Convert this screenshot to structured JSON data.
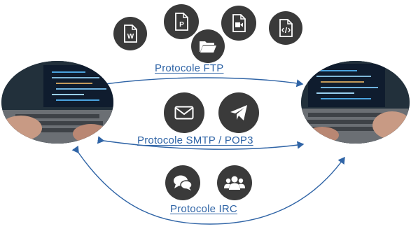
{
  "labels": {
    "ftp": "Protocole FTP",
    "smtp": "Protocole SMTP / POP3",
    "irc": "Protocole IRC"
  },
  "icons": {
    "ftp": [
      "word-file-icon",
      "pdf-file-icon",
      "video-file-icon",
      "code-file-icon",
      "folder-icon"
    ],
    "smtp": [
      "envelope-icon",
      "paper-plane-icon"
    ],
    "irc": [
      "chat-bubbles-icon",
      "users-group-icon"
    ]
  },
  "colors": {
    "accent": "#2f64a6",
    "icon_bg": "#3a3a3a",
    "arrow": "#2f64a6"
  }
}
